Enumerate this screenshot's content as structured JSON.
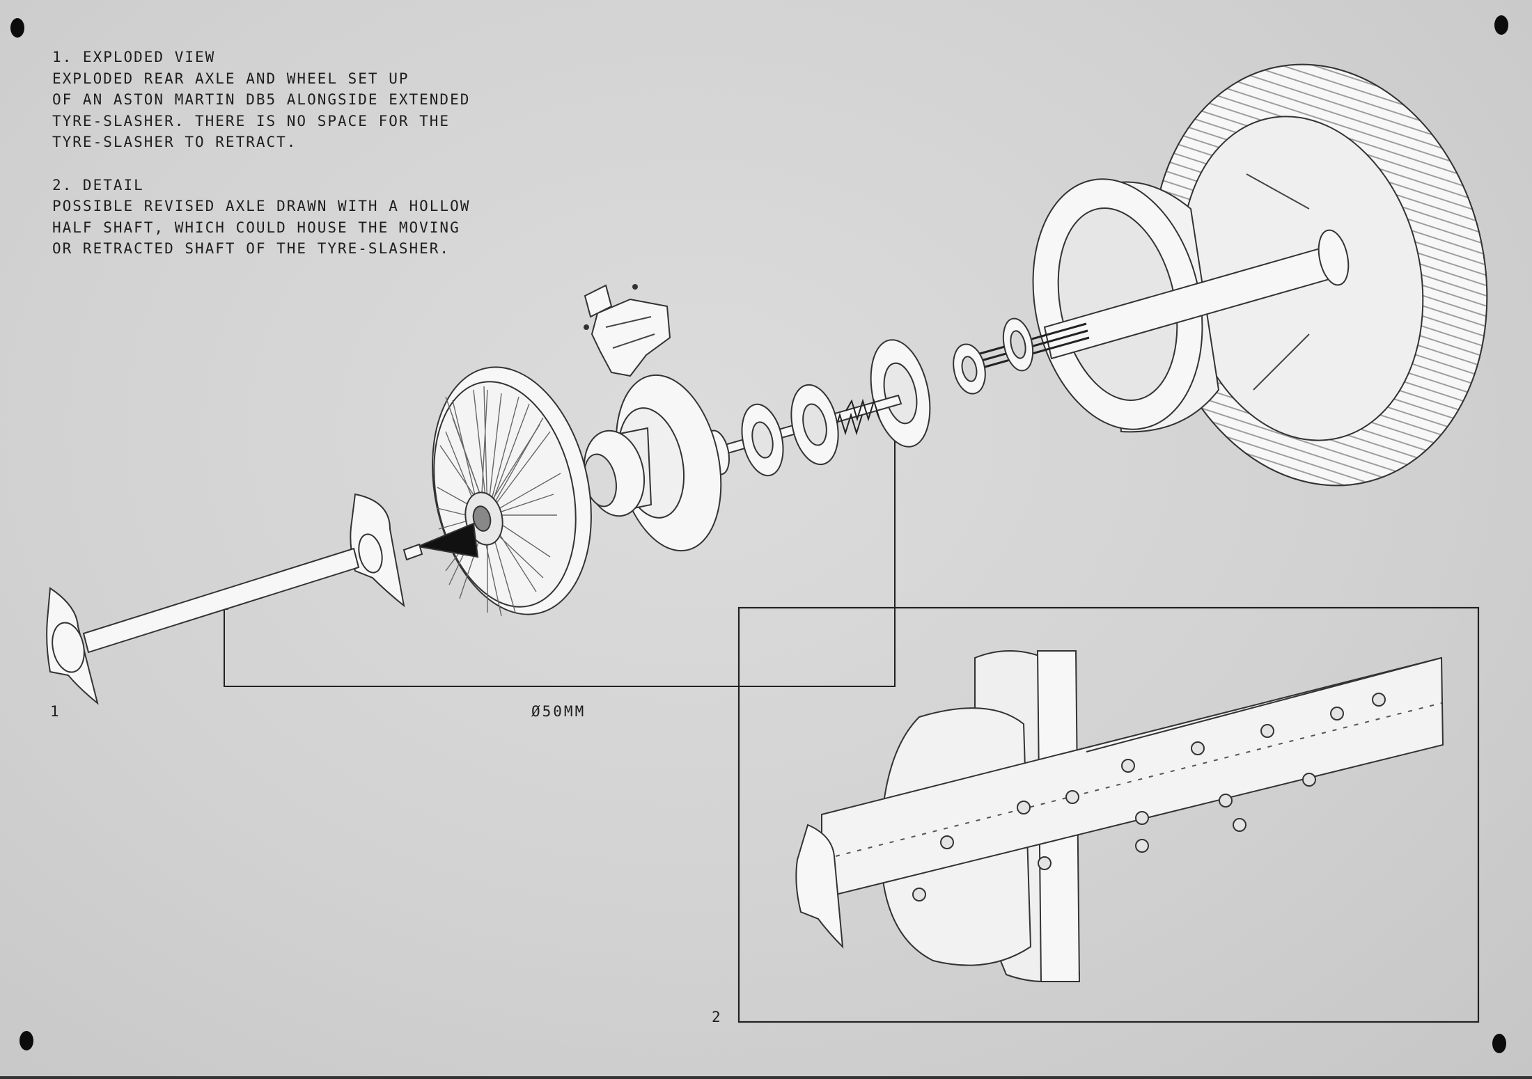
{
  "notes": {
    "section1_heading": "1. EXPLODED VIEW",
    "section1_lines": [
      "EXPLODED REAR AXLE AND WHEEL SET UP",
      "OF AN ASTON MARTIN DB5 ALONGSIDE EXTENDED",
      "TYRE-SLASHER. THERE IS NO SPACE FOR THE",
      "TYRE-SLASHER TO RETRACT."
    ],
    "section2_heading": "2. DETAIL",
    "section2_lines": [
      "POSSIBLE REVISED AXLE DRAWN WITH A HOLLOW",
      "HALF SHAFT, WHICH COULD HOUSE THE MOVING",
      "OR RETRACTED SHAFT OF THE TYRE-SLASHER."
    ]
  },
  "figure_labels": {
    "figure1": "1",
    "figure2": "2"
  },
  "dimension_label": "Ø50MM",
  "colors": {
    "paper": "#d4d4d4",
    "ink": "#1e1e1e",
    "part_fill": "#f7f7f7"
  }
}
